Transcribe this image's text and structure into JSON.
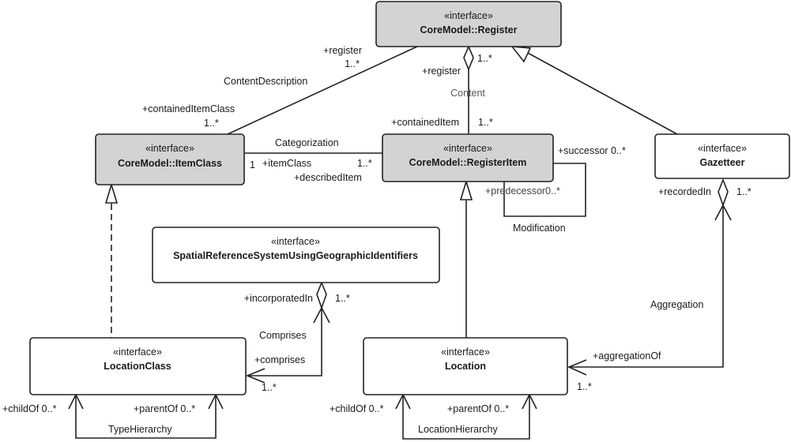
{
  "classes": {
    "register": {
      "stereotype": "«interface»",
      "name": "CoreModel::Register",
      "fill": "#d3d3d3"
    },
    "item_class": {
      "stereotype": "«interface»",
      "name": "CoreModel::ItemClass",
      "fill": "#d3d3d3"
    },
    "register_item": {
      "stereotype": "«interface»",
      "name": "CoreModel::RegisterItem",
      "fill": "#d3d3d3"
    },
    "gazetteer": {
      "stereotype": "«interface»",
      "name": "Gazetteer",
      "fill": "#ffffff"
    },
    "srs": {
      "stereotype": "«interface»",
      "name": "SpatialReferenceSystemUsingGeographicIdentifiers",
      "fill": "#ffffff"
    },
    "location_class": {
      "stereotype": "«interface»",
      "name": "LocationClass",
      "fill": "#ffffff"
    },
    "location": {
      "stereotype": "«interface»",
      "name": "Location",
      "fill": "#ffffff"
    }
  },
  "associations": {
    "content_description": {
      "name": "ContentDescription",
      "end_register_role": "+register",
      "end_register_mult": "1..*",
      "end_itemclass_role": "+containedItemClass",
      "end_itemclass_mult": "1..*"
    },
    "content": {
      "name": "Content",
      "end_register_role": "+register",
      "end_register_mult": "1..*",
      "end_item_role": "+containedItem",
      "end_item_mult": "1..*"
    },
    "categorization": {
      "name": "Categorization",
      "end_class_mult": "1",
      "end_class_role": "+itemClass",
      "end_item_mult": "1..*",
      "end_item_role": "+describedItem"
    },
    "modification": {
      "name": "Modification",
      "successor": "+successor 0..*",
      "predecessor": "+predecessor0..*"
    },
    "comprises": {
      "name": "Comprises",
      "end_srs_role": "+incorporatedIn",
      "end_srs_mult": "1..*",
      "end_lc_role": "+comprises",
      "end_lc_mult": "1..*"
    },
    "aggregation": {
      "name": "Aggregation",
      "end_gaz_role": "+recordedIn",
      "end_gaz_mult": "1..*",
      "end_loc_role": "+aggregationOf",
      "end_loc_mult": "1..*"
    },
    "type_hierarchy": {
      "name": "TypeHierarchy",
      "child": "+childOf 0..*",
      "parent": "+parentOf 0..*"
    },
    "location_hierarchy": {
      "name": "LocationHierarchy",
      "child": "+childOf 0..*",
      "parent": "+parentOf 0..*"
    }
  }
}
